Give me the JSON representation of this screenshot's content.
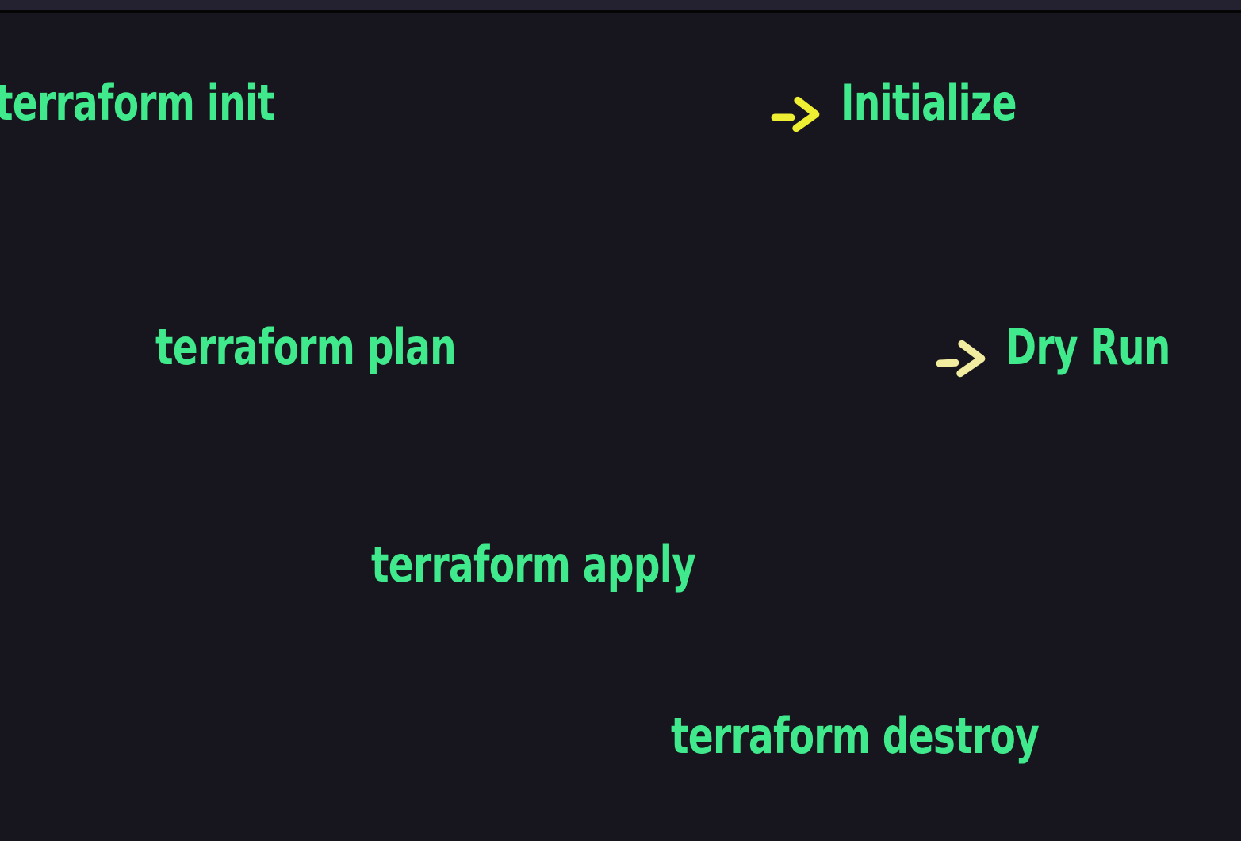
{
  "window": {
    "topbar_color": "#242231",
    "divider_color": "#050505",
    "background_color": "#17151d"
  },
  "colors": {
    "command_green": "#40e98c",
    "arrow_yellow_bright": "#eeee33",
    "arrow_yellow_pale": "#f1eca0"
  },
  "rows": [
    {
      "command": "terraform init",
      "arrow": "->",
      "arrow_color": "#eeee33",
      "meaning": "Initialize"
    },
    {
      "command": "terraform plan",
      "arrow": "->",
      "arrow_color": "#f1eca0",
      "meaning": "Dry Run"
    },
    {
      "command": "terraform apply",
      "arrow": null,
      "arrow_color": null,
      "meaning": null
    },
    {
      "command": "terraform destroy",
      "arrow": null,
      "arrow_color": null,
      "meaning": null
    }
  ]
}
